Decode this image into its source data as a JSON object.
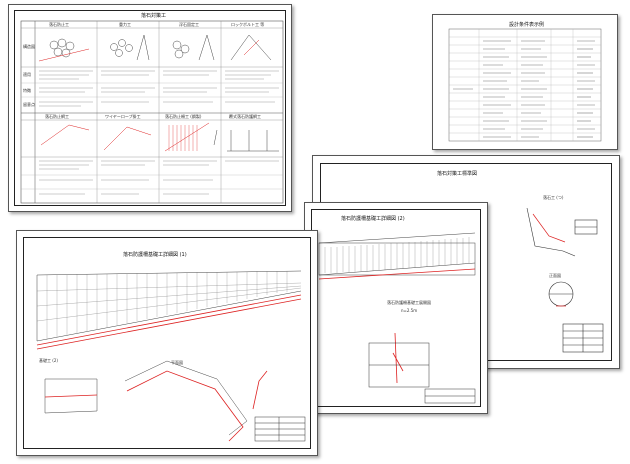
{
  "sheet1": {
    "title": "落石対策工",
    "col_headers": [
      "落石防止工",
      "重力工",
      "浮石固定工",
      "ロックボルト工 等",
      "落石防止網工",
      "ワイヤーロープ掛工",
      "落石防止柵工 (鋼製)",
      "覆式落石防護網工"
    ],
    "row_labels": [
      "構造図",
      "適用",
      "特徴",
      "留意点"
    ]
  },
  "sheet2": {
    "title": "設計条件表示例"
  },
  "sheet3": {
    "title": "落石対策工標準図",
    "label_a": "落石工 (つ)",
    "label_b": "正面図"
  },
  "sheet4": {
    "title": "落石防護柵基礎工詳細図 (2)",
    "label_a": "落石防護柵基礎工展開図",
    "label_b": "n=2.5m"
  },
  "sheet5": {
    "title": "落石防護柵基礎工詳細図 (1)",
    "label_a": "平面図",
    "label_b": "基礎工 (2)"
  }
}
